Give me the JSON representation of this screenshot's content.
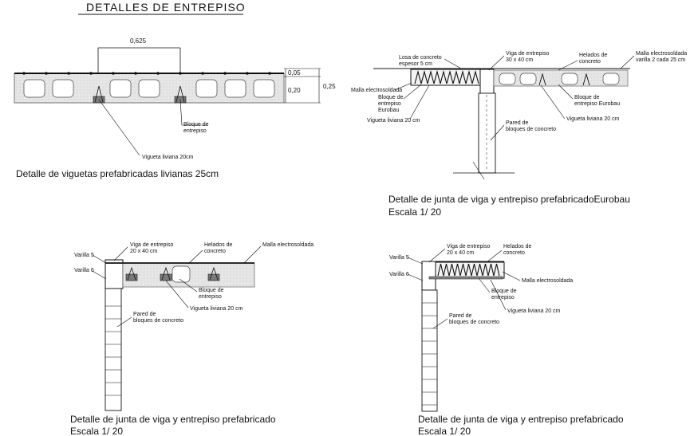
{
  "title": "DETALLES  DE ENTREPISO",
  "detail1": {
    "dim_width": "0,625",
    "dim_top": "0,05",
    "dim_bottom": "0,20",
    "dim_total": "0,25",
    "label_block": "Bloque de\nentrepiso",
    "label_joist": "Vigueta  liviana 20cm",
    "caption": "Detalle de  viguetas prefabricadas livianas 25cm"
  },
  "detail2": {
    "label_slab": "Losa de concreto\nespesor 5 cm",
    "label_beam": "Viga de entrepiso\n30 x 40 cm",
    "label_helados": "Helados de\nconcreto",
    "label_mesh_right": "Malla electrosoldada\nvarilla 2 cada 25 cm",
    "label_mesh_left": "Malla electrosoldada",
    "label_block_left": "Bloque de\nentrepiso\nEurobau",
    "label_block_right": "Bloque de\nentrepiso Eurobau",
    "label_joist_left": "Vigueta liviana 20 cm",
    "label_joist_right": "Vigueta liviana 20 cm",
    "label_wall": "Pared de\nbloques de concreto",
    "caption": "Detalle de junta de viga y entrepiso  prefabricadoEurobau",
    "scale": "Escala 1/ 20"
  },
  "detail3": {
    "label_rebar5": "Varilla 5",
    "label_rebar6": "Varilla 6",
    "label_beam": "Viga de entrepiso\n20 x 40 cm",
    "label_helados": "Helados de\nconcreto",
    "label_mesh": "Malla electrosoldada",
    "label_block": "Bloque de\nentrepiso",
    "label_joist": "Vigueta liviana 20 cm",
    "label_wall": "Pared de\nbloques de concreto",
    "caption": "Detalle de junta de viga y entrepiso  prefabricado",
    "scale": "Escala 1/ 20"
  },
  "detail4": {
    "label_rebar5": "Varilla 5",
    "label_rebar6": "Varilla 6",
    "label_beam": "Viga de entrepiso\n20 x 40 cm",
    "label_helados": "Helados de\nconcreto",
    "label_mesh": "Malla electrosoldada",
    "label_block": "Bloque de\nentrepiso",
    "label_joist": "Vigueta liviana 20 cm",
    "label_wall": "Pared de\nbloques de concreto",
    "caption": "Detalle de junta de viga y entrepiso  prefabricado",
    "scale": "Escala 1/ 20"
  }
}
